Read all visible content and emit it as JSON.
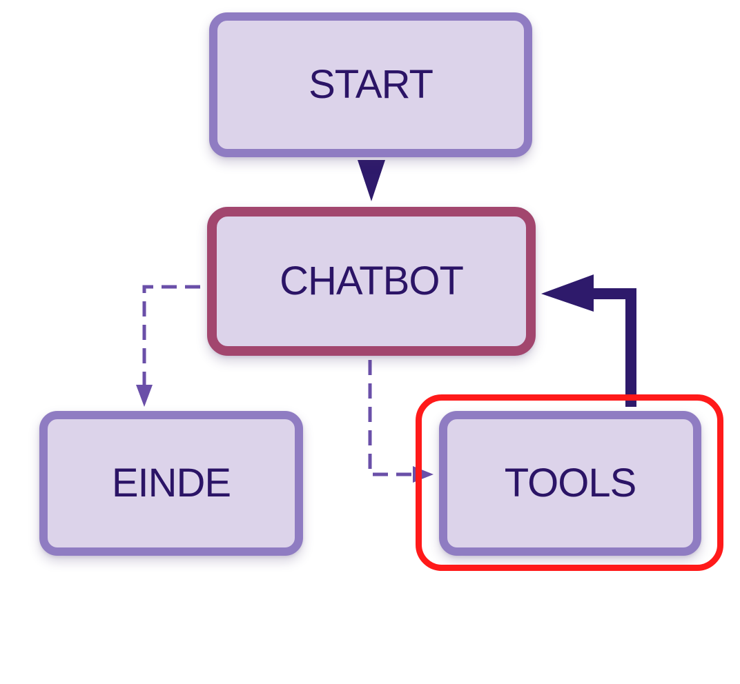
{
  "colors": {
    "node_fill": "#dcd3ea",
    "node_border": "#8f7cc2",
    "active_border": "#a2466e",
    "label_text": "#2b1466",
    "edge_solid": "#2e1a6b",
    "edge_dashed": "#6a4fa8",
    "highlight": "#ff1a1a"
  },
  "nodes": {
    "start": {
      "label": "START"
    },
    "chatbot": {
      "label": "CHATBOT"
    },
    "ende": {
      "label": "EINDE"
    },
    "tools": {
      "label": "TOOLS"
    }
  },
  "edges": [
    {
      "from": "start",
      "to": "chatbot",
      "style": "solid"
    },
    {
      "from": "chatbot",
      "to": "ende",
      "style": "dashed"
    },
    {
      "from": "chatbot",
      "to": "tools",
      "style": "dashed"
    },
    {
      "from": "tools",
      "to": "chatbot",
      "style": "solid"
    }
  ],
  "highlighted_node": "tools"
}
